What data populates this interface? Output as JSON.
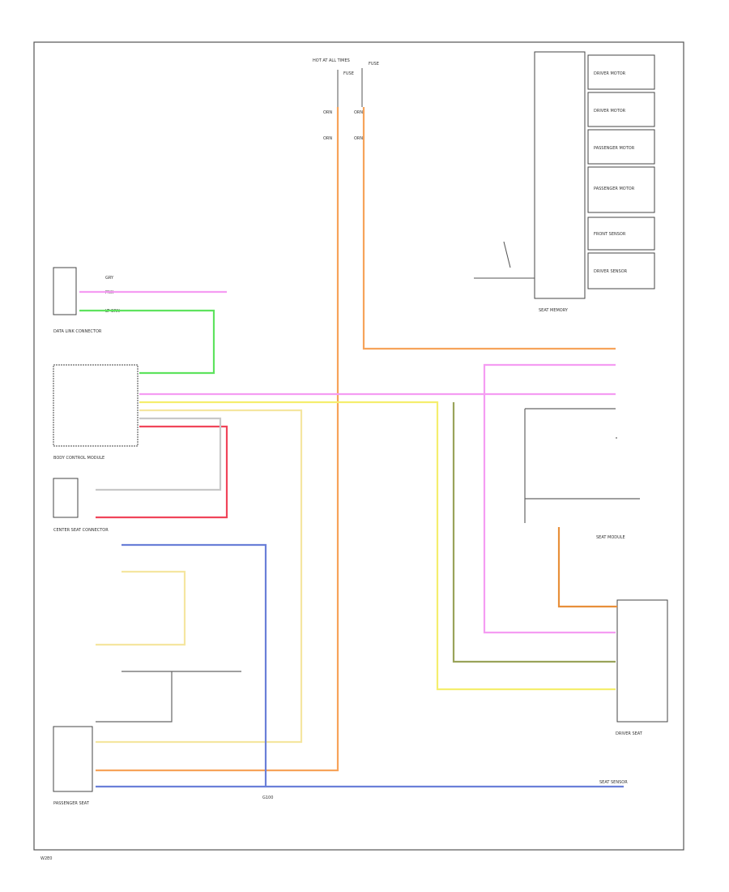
{
  "diagram": {
    "footer_code": "W2E0",
    "wire_colors": {
      "orange": "#f7a35a",
      "pink": "#f59cf2",
      "green": "#5ee35e",
      "red": "#f0455a",
      "yellow": "#f5ee6e",
      "light_yellow": "#f5e6a0",
      "blue": "#6a7fd8",
      "olive": "#9aa35a",
      "grey": "#c8c8c8",
      "dark_orange": "#e88f3a"
    },
    "labels": {
      "top_fuse": "HOT AT ALL TIMES",
      "fuse_a": "FUSE",
      "fuse_b": "FUSE",
      "hdr_1": "ORN",
      "hdr_2": "ORN",
      "side_1": "GRY",
      "side_2": "PNK",
      "side_3": "LT GRN",
      "dlc": "DATA LINK CONNECTOR",
      "bcm": "BODY CONTROL MODULE",
      "center_conn": "CENTER SEAT CONNECTOR",
      "pass_seat": "PASSENGER SEAT",
      "driver_seat": "DRIVER SEAT",
      "ground": "G100",
      "right_module": "SEAT MODULE",
      "right_bottom": "SEAT SENSOR",
      "right_top": "SEAT MEMORY"
    },
    "module_items": [
      "DRIVER MOTOR",
      "DRIVER MOTOR",
      "PASSENGER MOTOR",
      "PASSENGER MOTOR",
      "FRONT SENSOR",
      "DRIVER SENSOR"
    ]
  }
}
